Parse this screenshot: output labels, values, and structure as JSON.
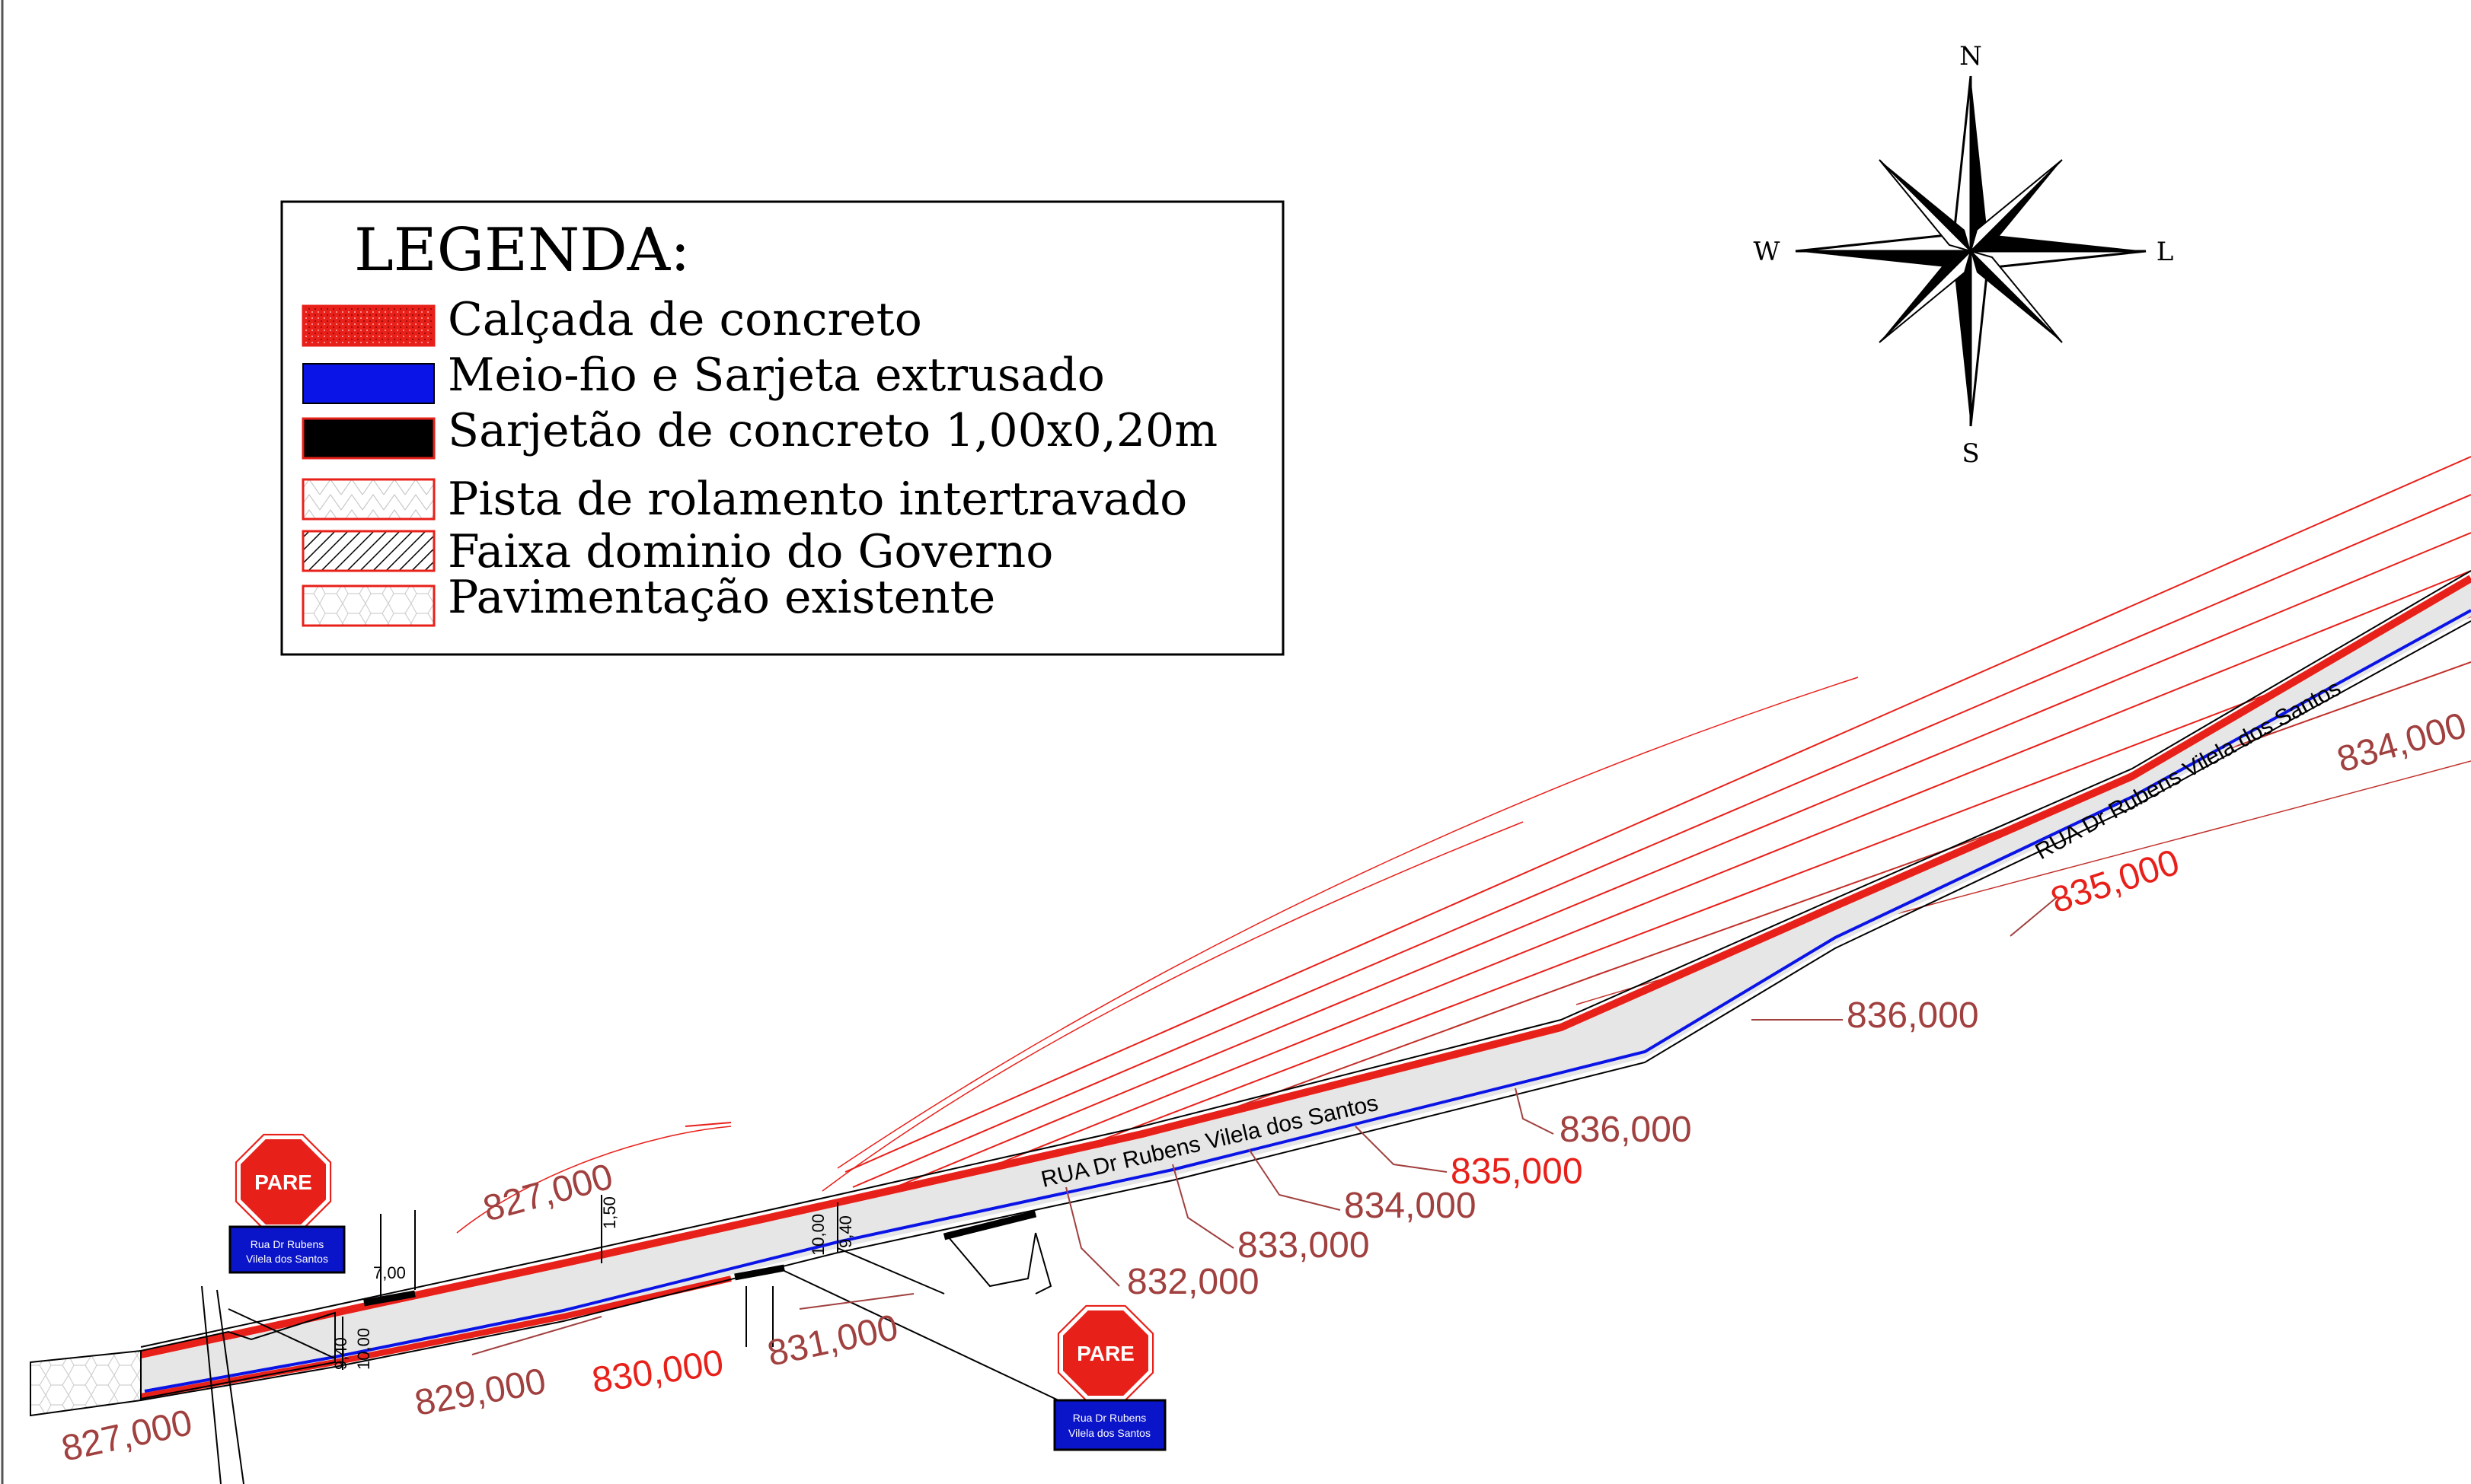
{
  "legend": {
    "title": "LEGENDA:",
    "items": [
      {
        "label": "Calçada de concreto",
        "swatch": "calcada"
      },
      {
        "label": "Meio-fio e Sarjeta extrusado",
        "swatch": "meiofio"
      },
      {
        "label": "Sarjetão de concreto 1,00x0,20m",
        "swatch": "sarjetao"
      },
      {
        "label": "Pista de rolamento intertravado",
        "swatch": "pista"
      },
      {
        "label": "Faixa dominio do Governo",
        "swatch": "faixa"
      },
      {
        "label": "Pavimentação existente",
        "swatch": "pavimentacao"
      }
    ]
  },
  "compass": {
    "n": "N",
    "s": "S",
    "w": "W",
    "e": "L"
  },
  "street_name": "RUA Dr Rubens Vilela dos Santos",
  "signs": {
    "stop_text": "PARE",
    "name_line1": "Rua Dr Rubens",
    "name_line2": "Vilela dos Santos"
  },
  "dimensions": {
    "d700": "7,00",
    "d940a": "9,40",
    "d1000a": "10,00",
    "d150": "1,50",
    "d1000b": "10,00",
    "d940b": "9,40"
  },
  "contours": {
    "c827_left": "827,000",
    "c827_mid": "827,000",
    "c829": "829,000",
    "c830": "830,000",
    "c831": "831,000",
    "c832": "832,000",
    "c833": "833,000",
    "c834_low": "834,000",
    "c835_low": "835,000",
    "c836_low": "836,000",
    "c836_high": "836,000",
    "c835_high": "835,000",
    "c834_right": "834,000"
  },
  "colors": {
    "contour": "#a0403f",
    "index_contour": "#e8201a",
    "calcada": "#e8201a",
    "meiofio": "#0a14e6",
    "sarjetao": "#000000",
    "pista": "#d8d8d8",
    "sign_red": "#e8201a",
    "sign_blue": "#0a14c8"
  }
}
